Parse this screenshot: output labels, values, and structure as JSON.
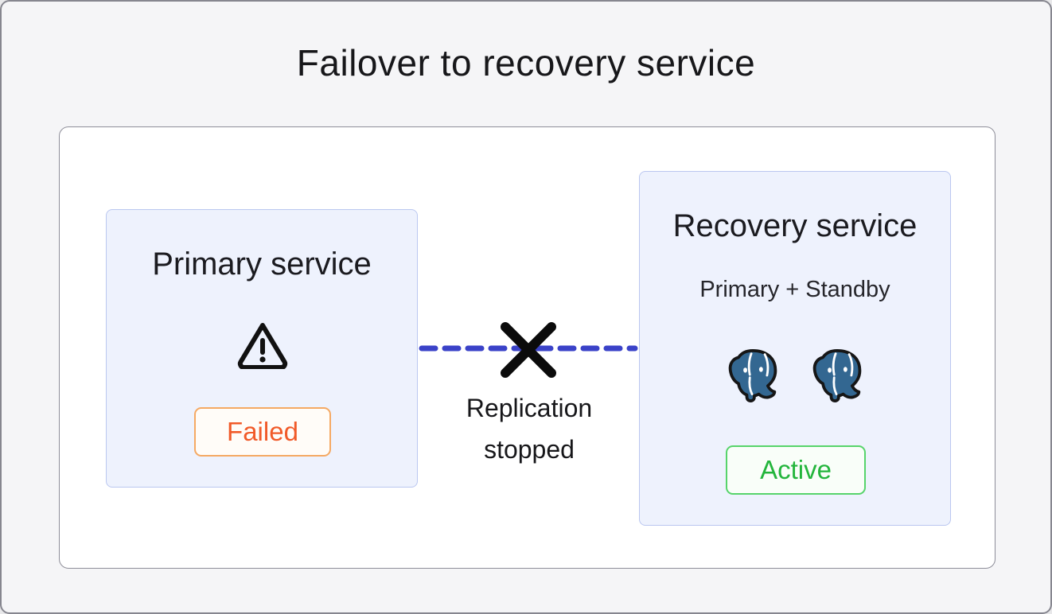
{
  "title": "Failover to recovery service",
  "primary_service": {
    "title": "Primary service",
    "status_label": "Failed",
    "status_icon": "warning-triangle-icon"
  },
  "replication_link": {
    "label": "Replication stopped",
    "break_icon": "x-mark-icon",
    "line_style": "dashed"
  },
  "recovery_service": {
    "title": "Recovery service",
    "subtitle": "Primary + Standby",
    "status_label": "Active",
    "db_icon": "postgres-elephant-icon",
    "db_icon_count": 2
  },
  "colors": {
    "page_background": "#f5f5f7",
    "outer_border": "#86868f",
    "panel_background": "#ffffff",
    "panel_border": "#8e8e99",
    "title_text": "#17171a",
    "service_box_background": "#eef2fd",
    "service_box_border": "#bac7f0",
    "failed_text": "#f15a29",
    "failed_border": "#f5a963",
    "failed_background": "#fffcf8",
    "active_text": "#23b53c",
    "active_border": "#57d46b",
    "active_background": "#f9fef9",
    "replication_dash": "#3a42c8",
    "x_mark": "#0b0b0b",
    "warning_icon": "#111111",
    "postgres_blue": "#336791"
  }
}
